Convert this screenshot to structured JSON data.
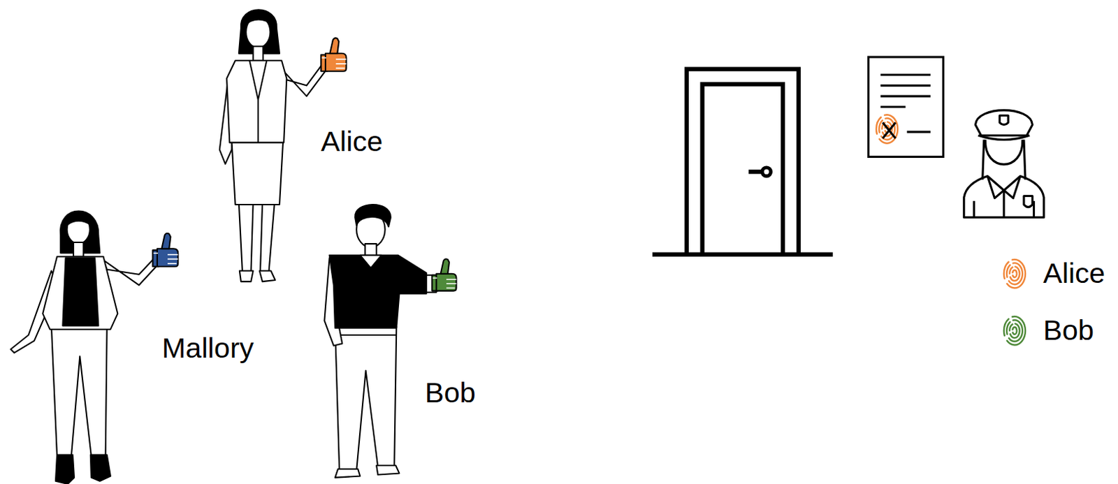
{
  "diagram": {
    "labels": [
      "Alice",
      "Mallory",
      "Bob"
    ],
    "legend": [
      {
        "text": "Alice",
        "color": "#f0873a"
      },
      {
        "text": "Bob",
        "color": "#4f8a3a"
      }
    ]
  }
}
